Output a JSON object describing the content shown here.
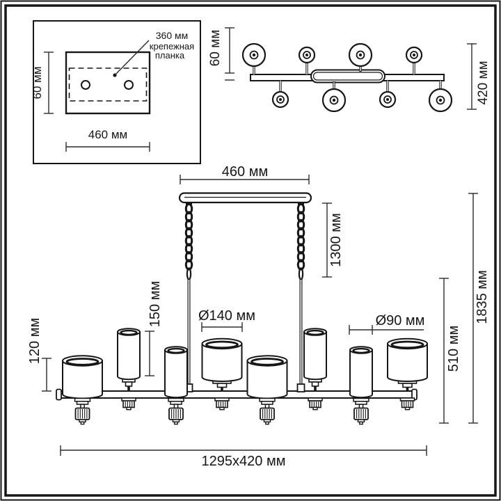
{
  "colors": {
    "line": "#161616",
    "dimension_line": "#2a2a2a",
    "background": "#ffffff"
  },
  "inset": {
    "leader_value": "360 мм",
    "bracket_line1": "крепежная",
    "bracket_line2": "планка",
    "dim_height": "60 мм",
    "dim_width": "460 мм"
  },
  "top_view": {
    "dim_offset": "60 мм",
    "dim_depth": "420 мм"
  },
  "front_view": {
    "dim_canopy_width": "460 мм",
    "dim_suspension_height": "1300 мм",
    "dim_small_shade_height": "150 мм",
    "dim_large_shade_height": "120 мм",
    "dim_large_shade_diameter": "Ø140 мм",
    "dim_small_shade_diameter": "Ø90 мм",
    "dim_body_height": "510 мм",
    "dim_total_height": "1835 мм",
    "dim_overall_size": "1295x420 мм"
  }
}
